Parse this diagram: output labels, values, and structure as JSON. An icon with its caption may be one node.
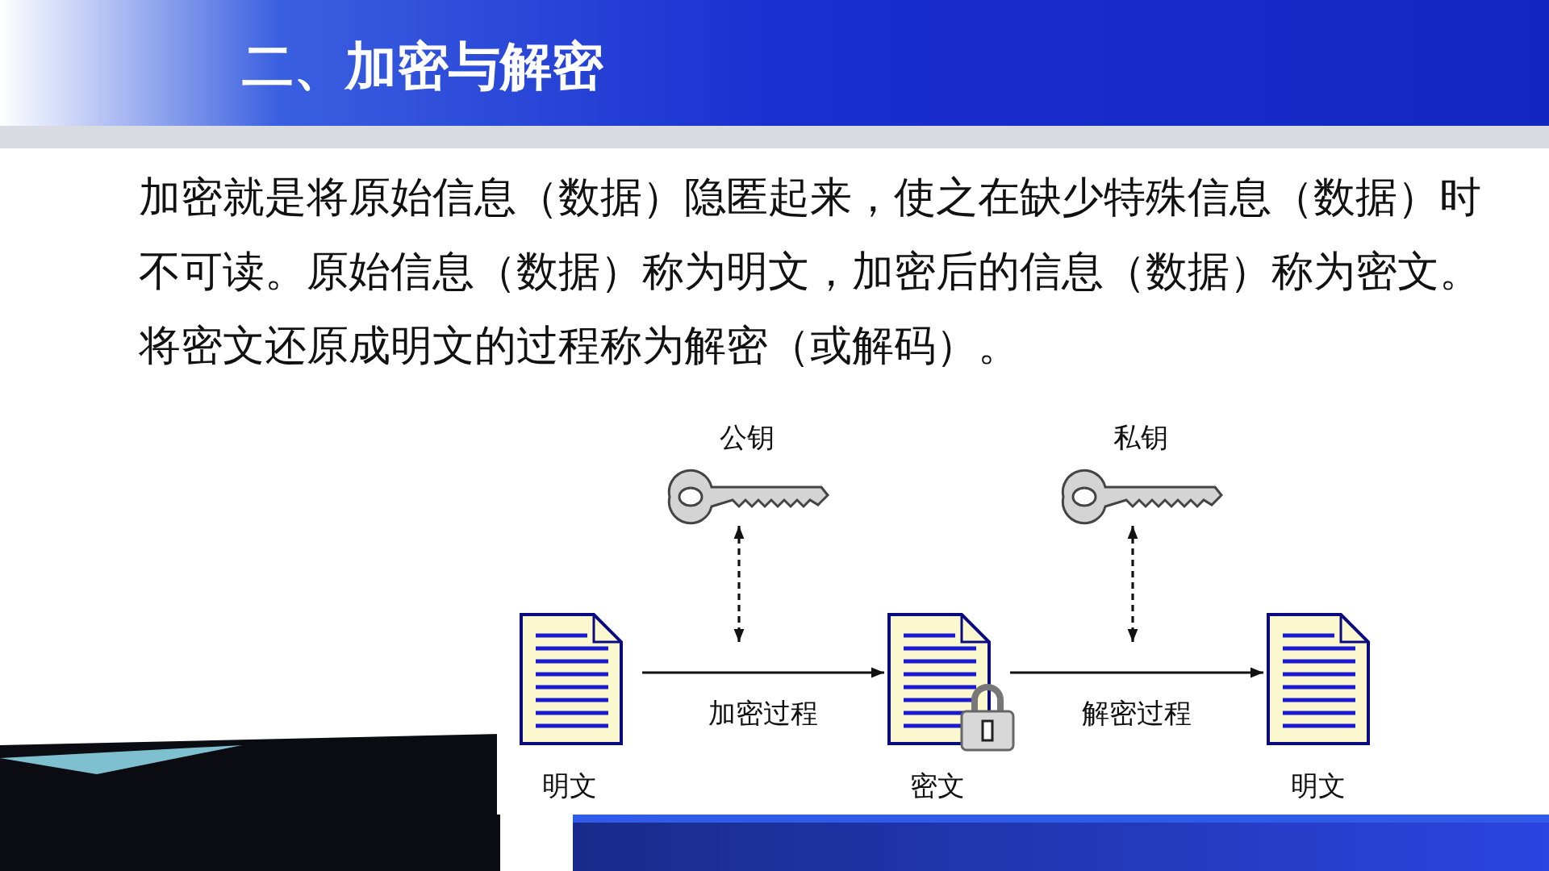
{
  "diagram": {
    "title": "二、加密与解密",
    "nodes": [
      {
        "text": [
          "明文"
        ]
      },
      {
        "text": [
          "密文"
        ]
      },
      {
        "text": [
          "明文"
        ]
      },
      {
        "text": [
          "公钥"
        ]
      },
      {
        "text": [
          "私钥"
        ]
      }
    ],
    "edges": [
      {
        "from": 0,
        "to": 1,
        "arrow": "to",
        "label": "加密过程"
      },
      {
        "from": 1,
        "to": 2,
        "arrow": "to",
        "label": "解密过程"
      },
      {
        "from": 3,
        "to": null,
        "arrow": "both",
        "style": "dashed"
      },
      {
        "from": 4,
        "to": null,
        "arrow": "both",
        "style": "dashed"
      }
    ],
    "labels": [
      "加密就是将原始信息（数据）隐匿起来，使之在缺少特殊信息（数据）时不可读。原始信息（数据）称为明文，加密后的信息（数据）称为密文。将密文还原成明文的过程称为解密（或解码）。"
    ]
  }
}
